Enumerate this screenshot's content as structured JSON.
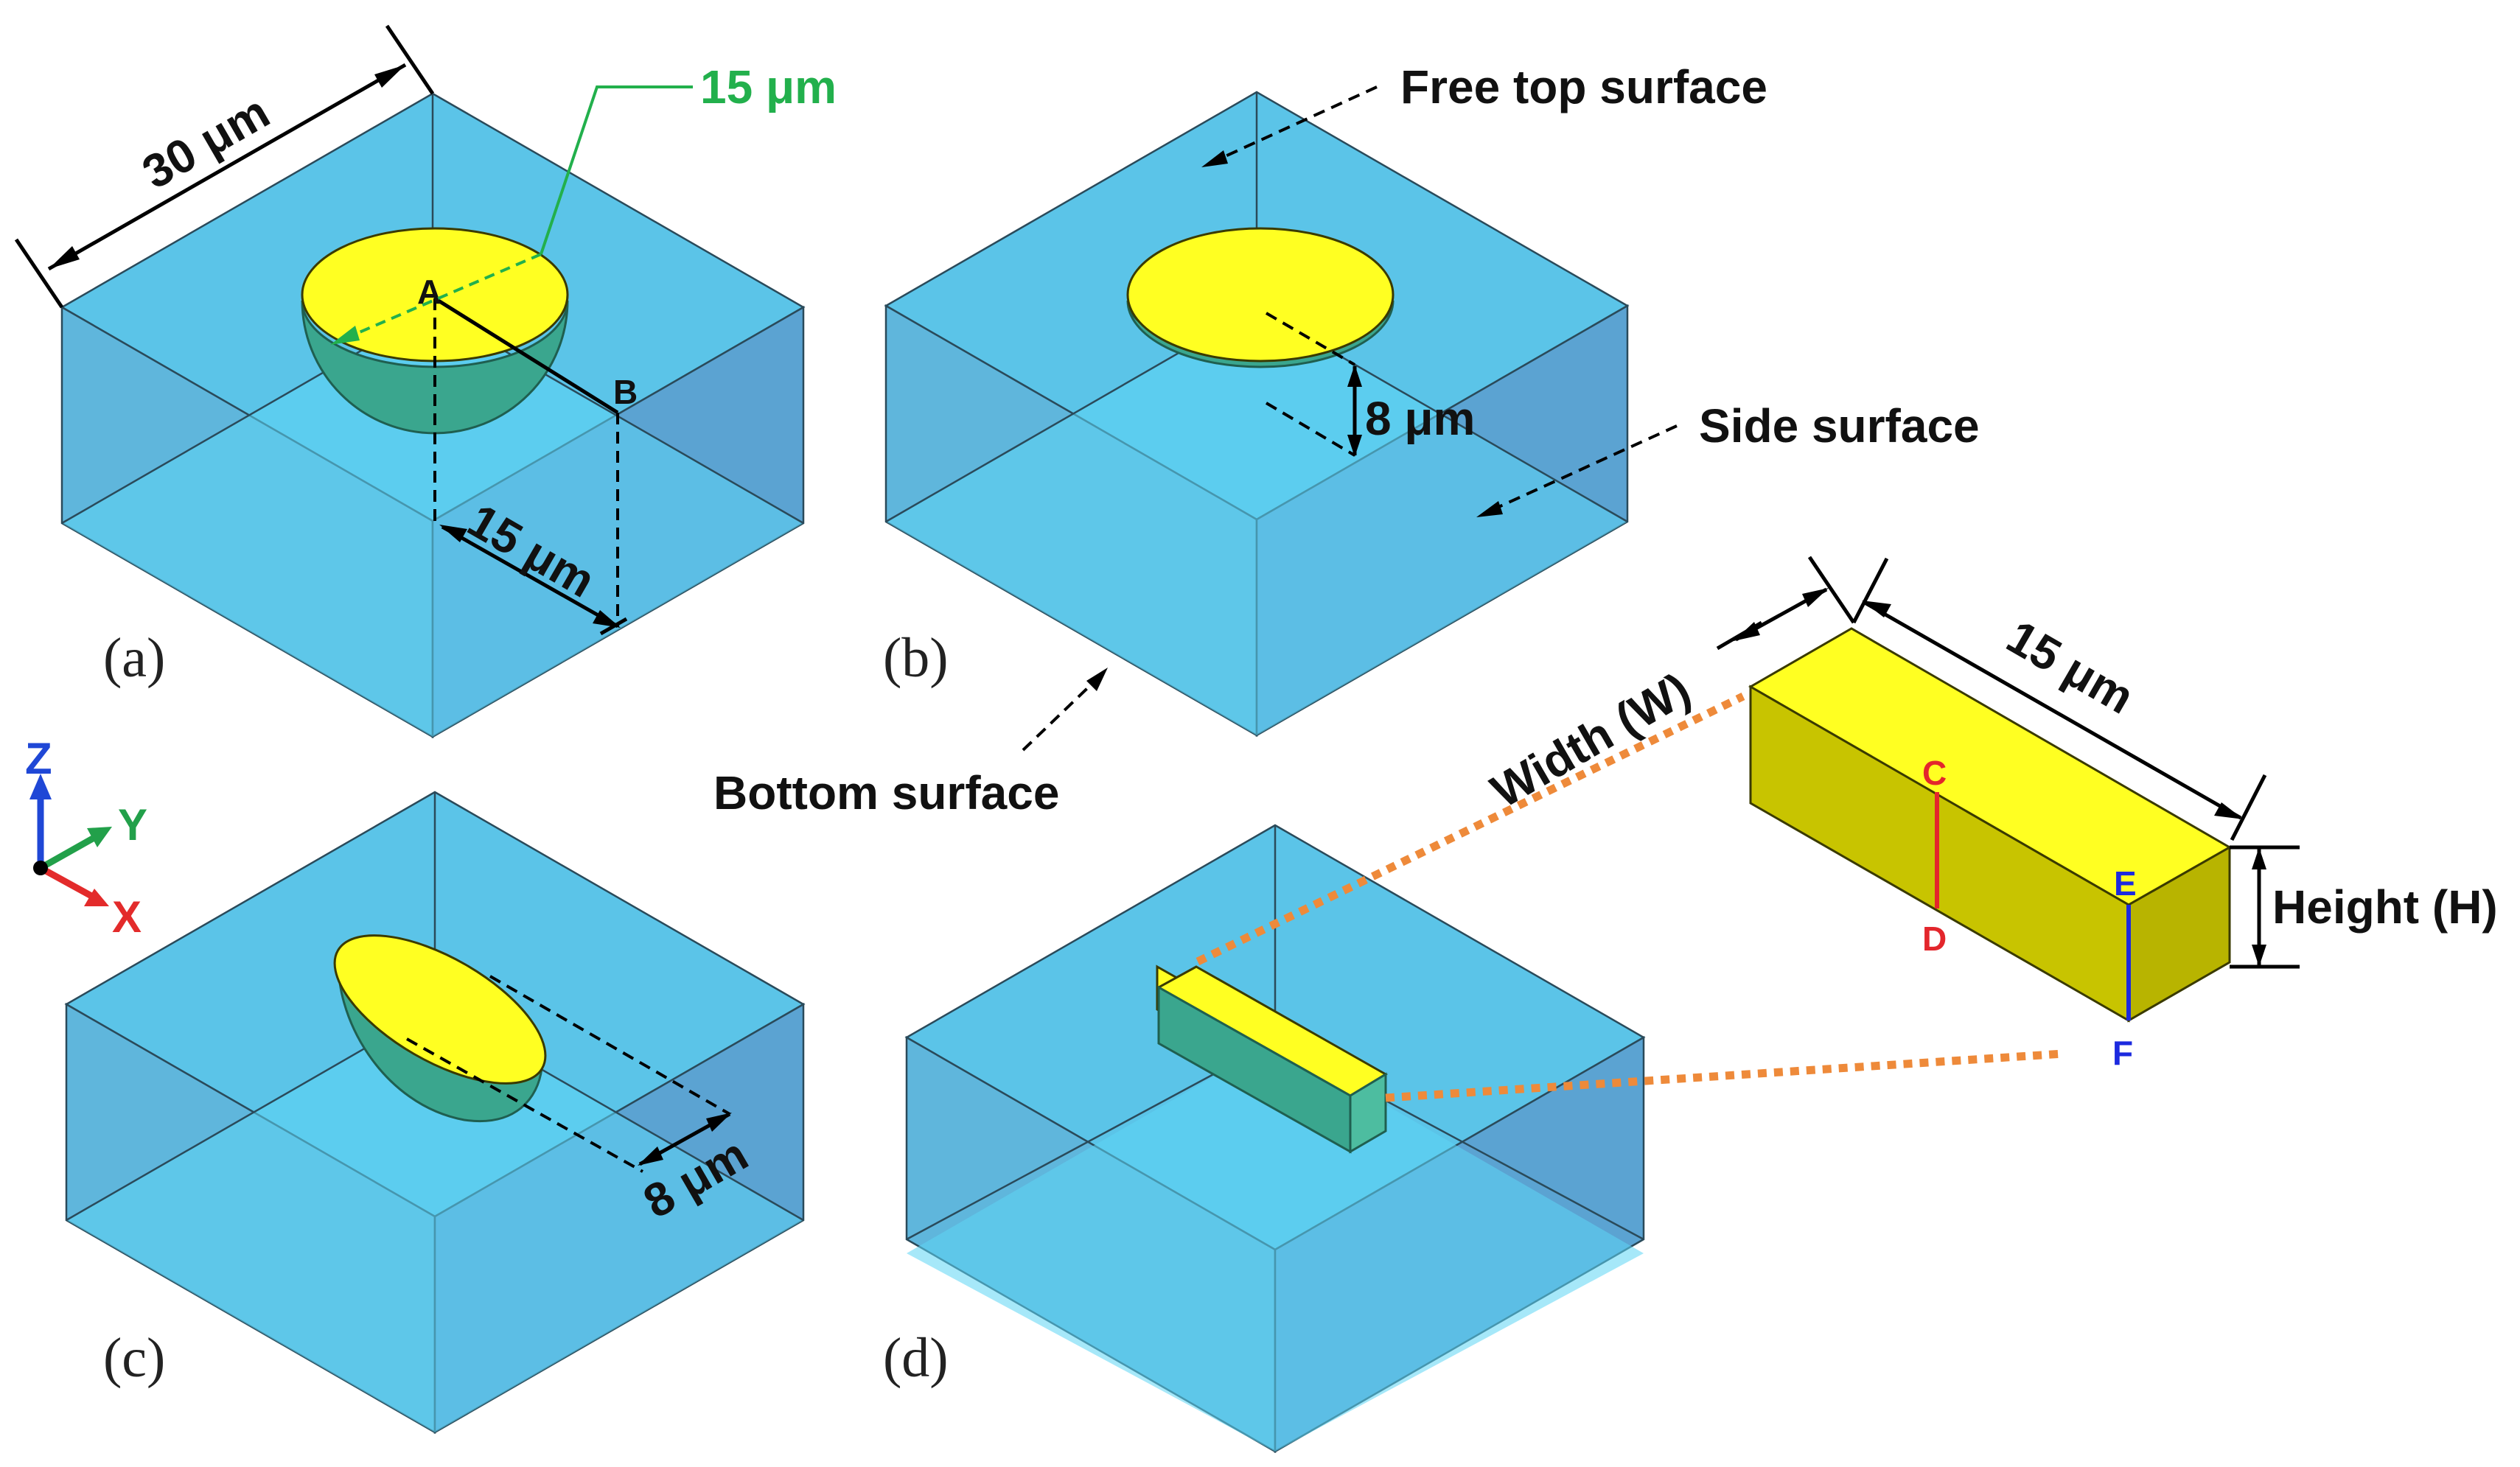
{
  "colors": {
    "box_top": "#5bc4e8",
    "box_left": "#5fb6dc",
    "box_right": "#5ba3d2",
    "box_inner": "#5cd6f4",
    "inclusion_top": "#ffff22",
    "inclusion_side": "#3aa68e",
    "slab_front": "#c8c400",
    "slab_side": "#a8a400",
    "green_label": "#22b04c",
    "red_line": "#e3262c",
    "blue_line": "#1c2adf",
    "orange_connector": "#ee8a3a",
    "axis_z": "#1f47d6",
    "axis_y": "#22a04a",
    "axis_x": "#e32b2b"
  },
  "panel_a": {
    "label": "(a)",
    "dim_box_width": "30 μm",
    "dim_radius": "15 μm",
    "dim_half": "15 μm",
    "point_a": "A",
    "point_b": "B"
  },
  "panel_b": {
    "label": "(b)",
    "free_top_surface": "Free top surface",
    "side_surface": "Side surface",
    "bottom_surface": "Bottom surface",
    "dim_depth": "8 μm"
  },
  "panel_c": {
    "label": "(c)",
    "dim_depth": "8 μm"
  },
  "panel_d": {
    "label": "(d)",
    "width_label": "Width (W)",
    "length_label": "15 μm",
    "height_label": "Height (H)",
    "point_c": "C",
    "point_d": "D",
    "point_e": "E",
    "point_f": "F"
  },
  "axes": {
    "z": "Z",
    "y": "Y",
    "x": "X"
  }
}
